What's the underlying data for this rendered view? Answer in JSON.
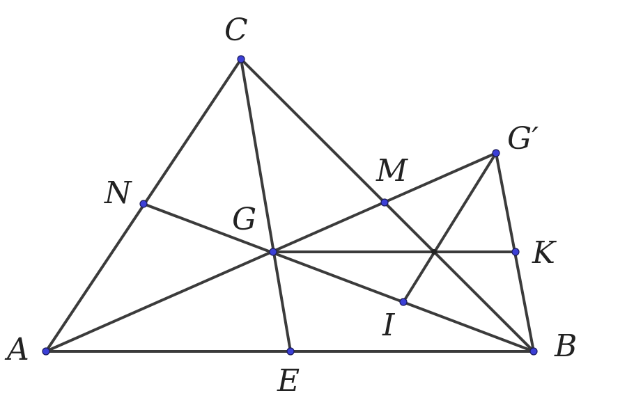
{
  "figure": {
    "labels": {
      "A": "A",
      "B": "B",
      "C": "C",
      "G_prime": "G′",
      "M": "M",
      "N": "N",
      "G": "G",
      "K": "K",
      "I": "I",
      "E": "E"
    },
    "colors": {
      "line": "#3b3b3b",
      "point": "#3b3fd6",
      "text": "#222222"
    }
  }
}
